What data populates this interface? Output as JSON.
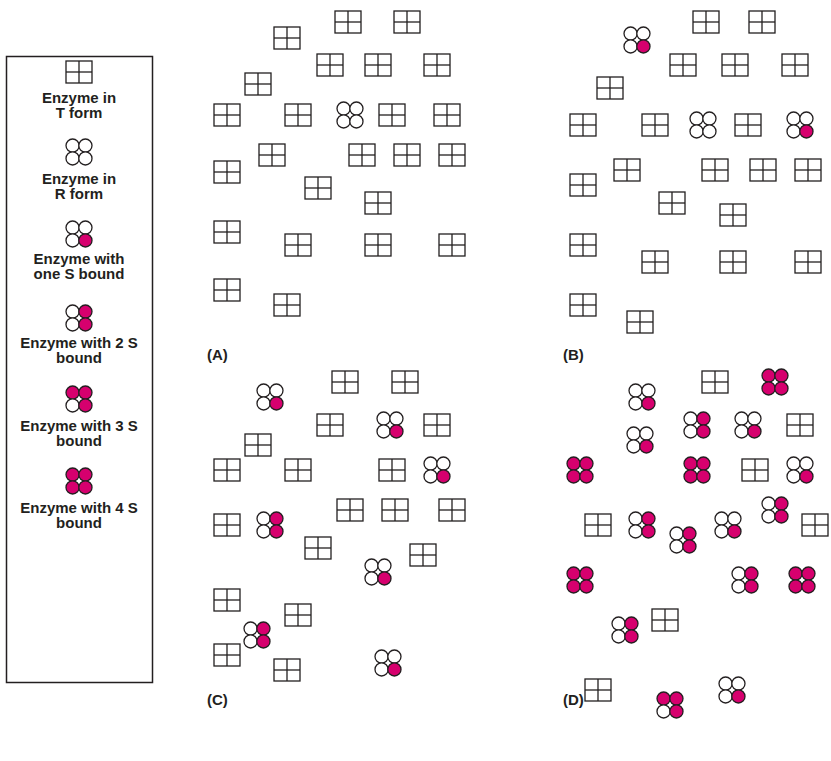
{
  "diagram": {
    "labels": [
      "(A)",
      "(B)",
      "(C)",
      "(D)"
    ],
    "legend": [
      {
        "text": "Enzyme in T form"
      },
      {
        "text": "Enzyme in R form"
      },
      {
        "text": "Enzyme with one S bound"
      },
      {
        "text": "Enzyme with 2 S bound"
      },
      {
        "text": "Enzyme with 3 S bound"
      },
      {
        "text": "Enzyme with 4 S bound"
      }
    ]
  }
}
